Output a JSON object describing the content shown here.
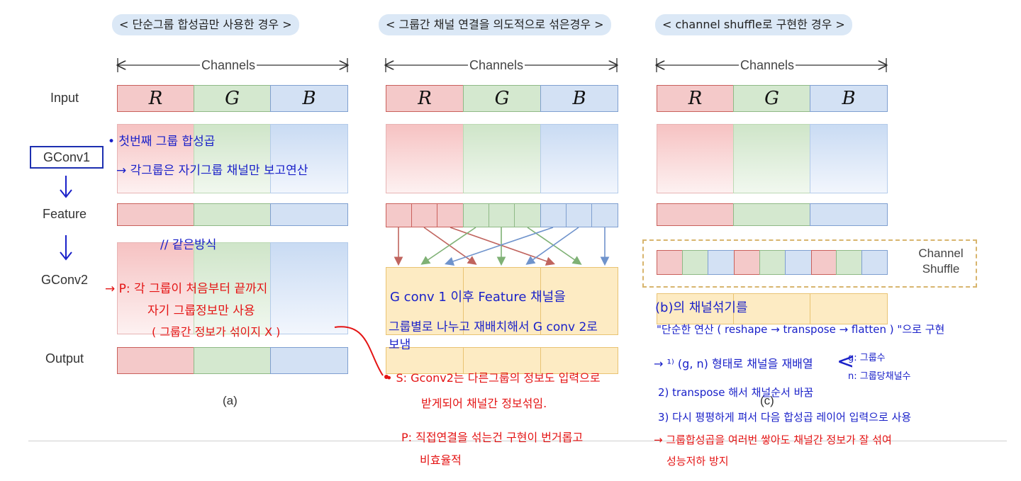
{
  "headers": {
    "a": "< 단순그룹 합성곱만 사용한 경우 >",
    "b": "< 그룹간 채널 연결을 의도적으로 섞은경우 >",
    "c": "< channel shuffle로 구현한 경우 >"
  },
  "channels_label": "Channels",
  "row_labels": {
    "input": "Input",
    "gconv1": "GConv1",
    "feature": "Feature",
    "gconv2": "GConv2",
    "output": "Output"
  },
  "input_letters": [
    "R",
    "G",
    "B"
  ],
  "captions": {
    "a": "(a)",
    "c": "(c)"
  },
  "channel_shuffle_label": [
    "Channel",
    "Shuffle"
  ],
  "colors": {
    "red_group": "#f4c9c9",
    "green_group": "#d4e8cf",
    "blue_group": "#d3e1f4",
    "yellow_output": "#fdebc3",
    "annotation_blue": "#1a21c9",
    "annotation_red": "#e41414"
  },
  "notes": {
    "a_gconv1_1": "• 첫번째 그룹 합성곱",
    "a_gconv1_2": "→ 각그룹은 자기그룹 채널만 보고연산",
    "a_same": "// 같은방식",
    "a_p_1": "→ P: 각 그룹이 처음부터 끝까지",
    "a_p_2": "자기 그룹정보만 사용",
    "a_p_3": "( 그룹간 정보가 섞이지 X )",
    "b_1": "G conv 1 이후 Feature 채널을",
    "b_2": "그룹별로 나누고  재배치해서 G conv 2로",
    "b_3": "보냄",
    "b_s_1": "• S: Gconv2는 다른그룹의 정보도 입력으로",
    "b_s_2": "받게되어 채널간 정보섞임.",
    "b_p_1": "P: 직접연결을 섞는건 구현이 번거롭고",
    "b_p_2": "비효율적",
    "c_1": "(b)의 채널섞기를",
    "c_2": "\"단순한 연산 ( reshape → transpose → flatten ) \"으로 구현",
    "c_3": "→ ¹⁾ (g, n) 형태로 채널을 재배열",
    "c_g": "g: 그룹수",
    "c_n": "n: 그룹당채널수",
    "c_4": "2) transpose 해서 채널순서 바꿈",
    "c_5": "3) 다시 평평하게 펴서 다음 합성곱 레이어 입력으로 사용",
    "c_6": "→ 그룹합성곱을 여러번 쌓아도 채널간 정보가 잘 섞여",
    "c_7": "성능저하 방지"
  }
}
